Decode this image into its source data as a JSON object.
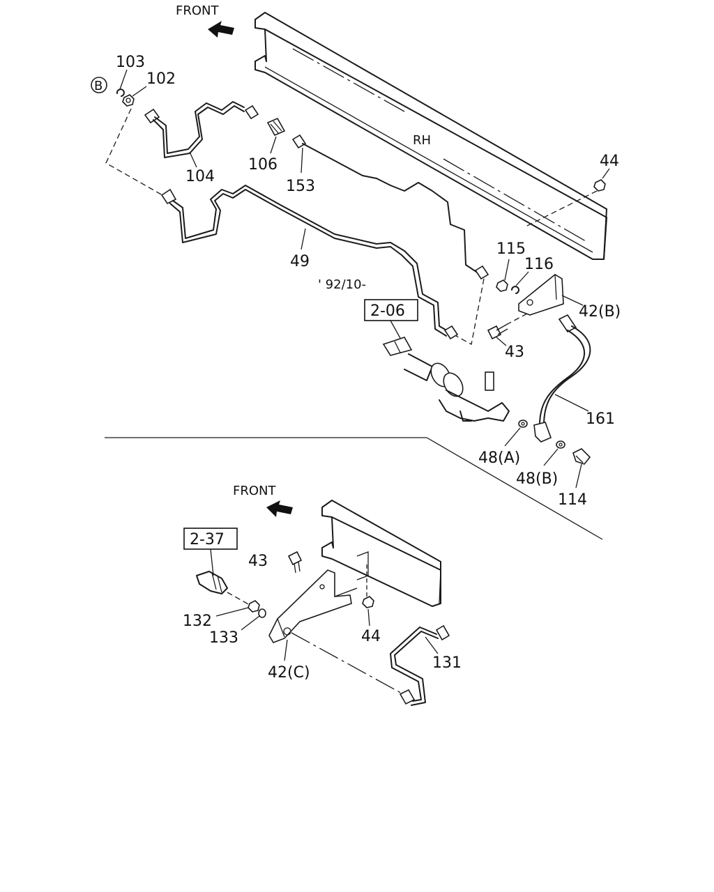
{
  "labels": {
    "front_top": "FRONT",
    "front_bottom": "FRONT",
    "rh": "RH",
    "date_code": "' 92/10-",
    "ref_box_top": "2-06",
    "ref_box_bottom": "2-37",
    "circle_b": "B",
    "part_103": "103",
    "part_102": "102",
    "part_104": "104",
    "part_106": "106",
    "part_153": "153",
    "part_49": "49",
    "part_44_top": "44",
    "part_115": "115",
    "part_116": "116",
    "part_42b": "42(B)",
    "part_43_top": "43",
    "part_161": "161",
    "part_48a": "48(A)",
    "part_48b": "48(B)",
    "part_114": "114",
    "part_43_bottom": "43",
    "part_132": "132",
    "part_133": "133",
    "part_44_bottom": "44",
    "part_42c": "42(C)",
    "part_131": "131"
  }
}
